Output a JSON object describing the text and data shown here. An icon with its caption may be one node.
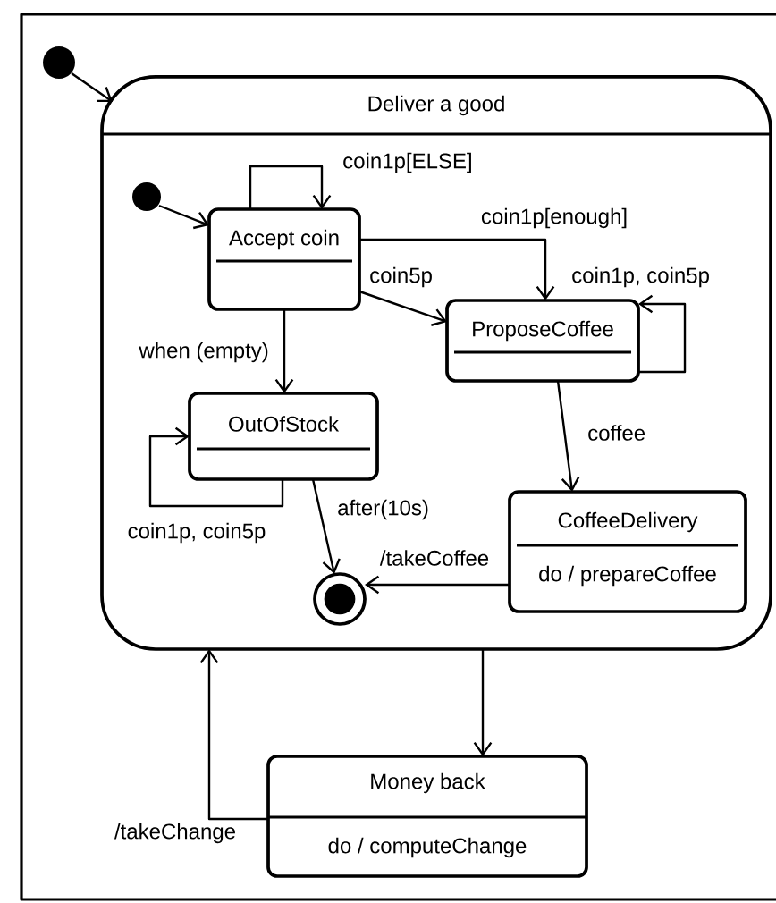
{
  "diagram": {
    "nodes": [
      {
        "text": [],
        "shape": "circle"
      },
      {
        "text": [
          "Deliver a good"
        ]
      },
      {
        "text": [],
        "shape": "circle",
        "in": 1
      },
      {
        "text": [
          "Accept coin"
        ],
        "in": 1
      },
      {
        "text": [
          "ProposeCoffee"
        ],
        "in": 1
      },
      {
        "text": [
          "OutOfStock"
        ],
        "in": 1
      },
      {
        "text": [
          "CoffeeDelivery",
          "do / prepareCoffee"
        ],
        "in": 1
      },
      {
        "text": [],
        "shape": "circle",
        "in": 1
      },
      {
        "text": [
          "Money back",
          "do / computeChange"
        ]
      }
    ],
    "edges": [
      {
        "from": 0,
        "to": 1,
        "arrow": "to"
      },
      {
        "from": 2,
        "to": 3,
        "arrow": "to"
      },
      {
        "from": 3,
        "to": 3,
        "arrow": "to",
        "label": "coin1p[ELSE]"
      },
      {
        "from": 3,
        "to": 4,
        "arrow": "to",
        "label": "coin1p[enough]"
      },
      {
        "from": 3,
        "to": 4,
        "arrow": "to",
        "label": "coin5p"
      },
      {
        "from": 4,
        "to": 4,
        "arrow": "to",
        "label": "coin1p, coin5p"
      },
      {
        "from": 3,
        "to": 5,
        "arrow": "to",
        "label": "when (empty)"
      },
      {
        "from": 5,
        "to": 5,
        "arrow": "to",
        "label": "coin1p, coin5p"
      },
      {
        "from": 5,
        "to": 7,
        "arrow": "to",
        "label": "after(10s)"
      },
      {
        "from": 4,
        "to": 6,
        "arrow": "to",
        "label": "coffee"
      },
      {
        "from": 6,
        "to": 7,
        "arrow": "to",
        "label": "/takeCoffee"
      },
      {
        "from": 1,
        "to": 8,
        "arrow": "to"
      },
      {
        "from": 8,
        "to": 1,
        "arrow": "to",
        "label": "/takeChange"
      }
    ]
  }
}
